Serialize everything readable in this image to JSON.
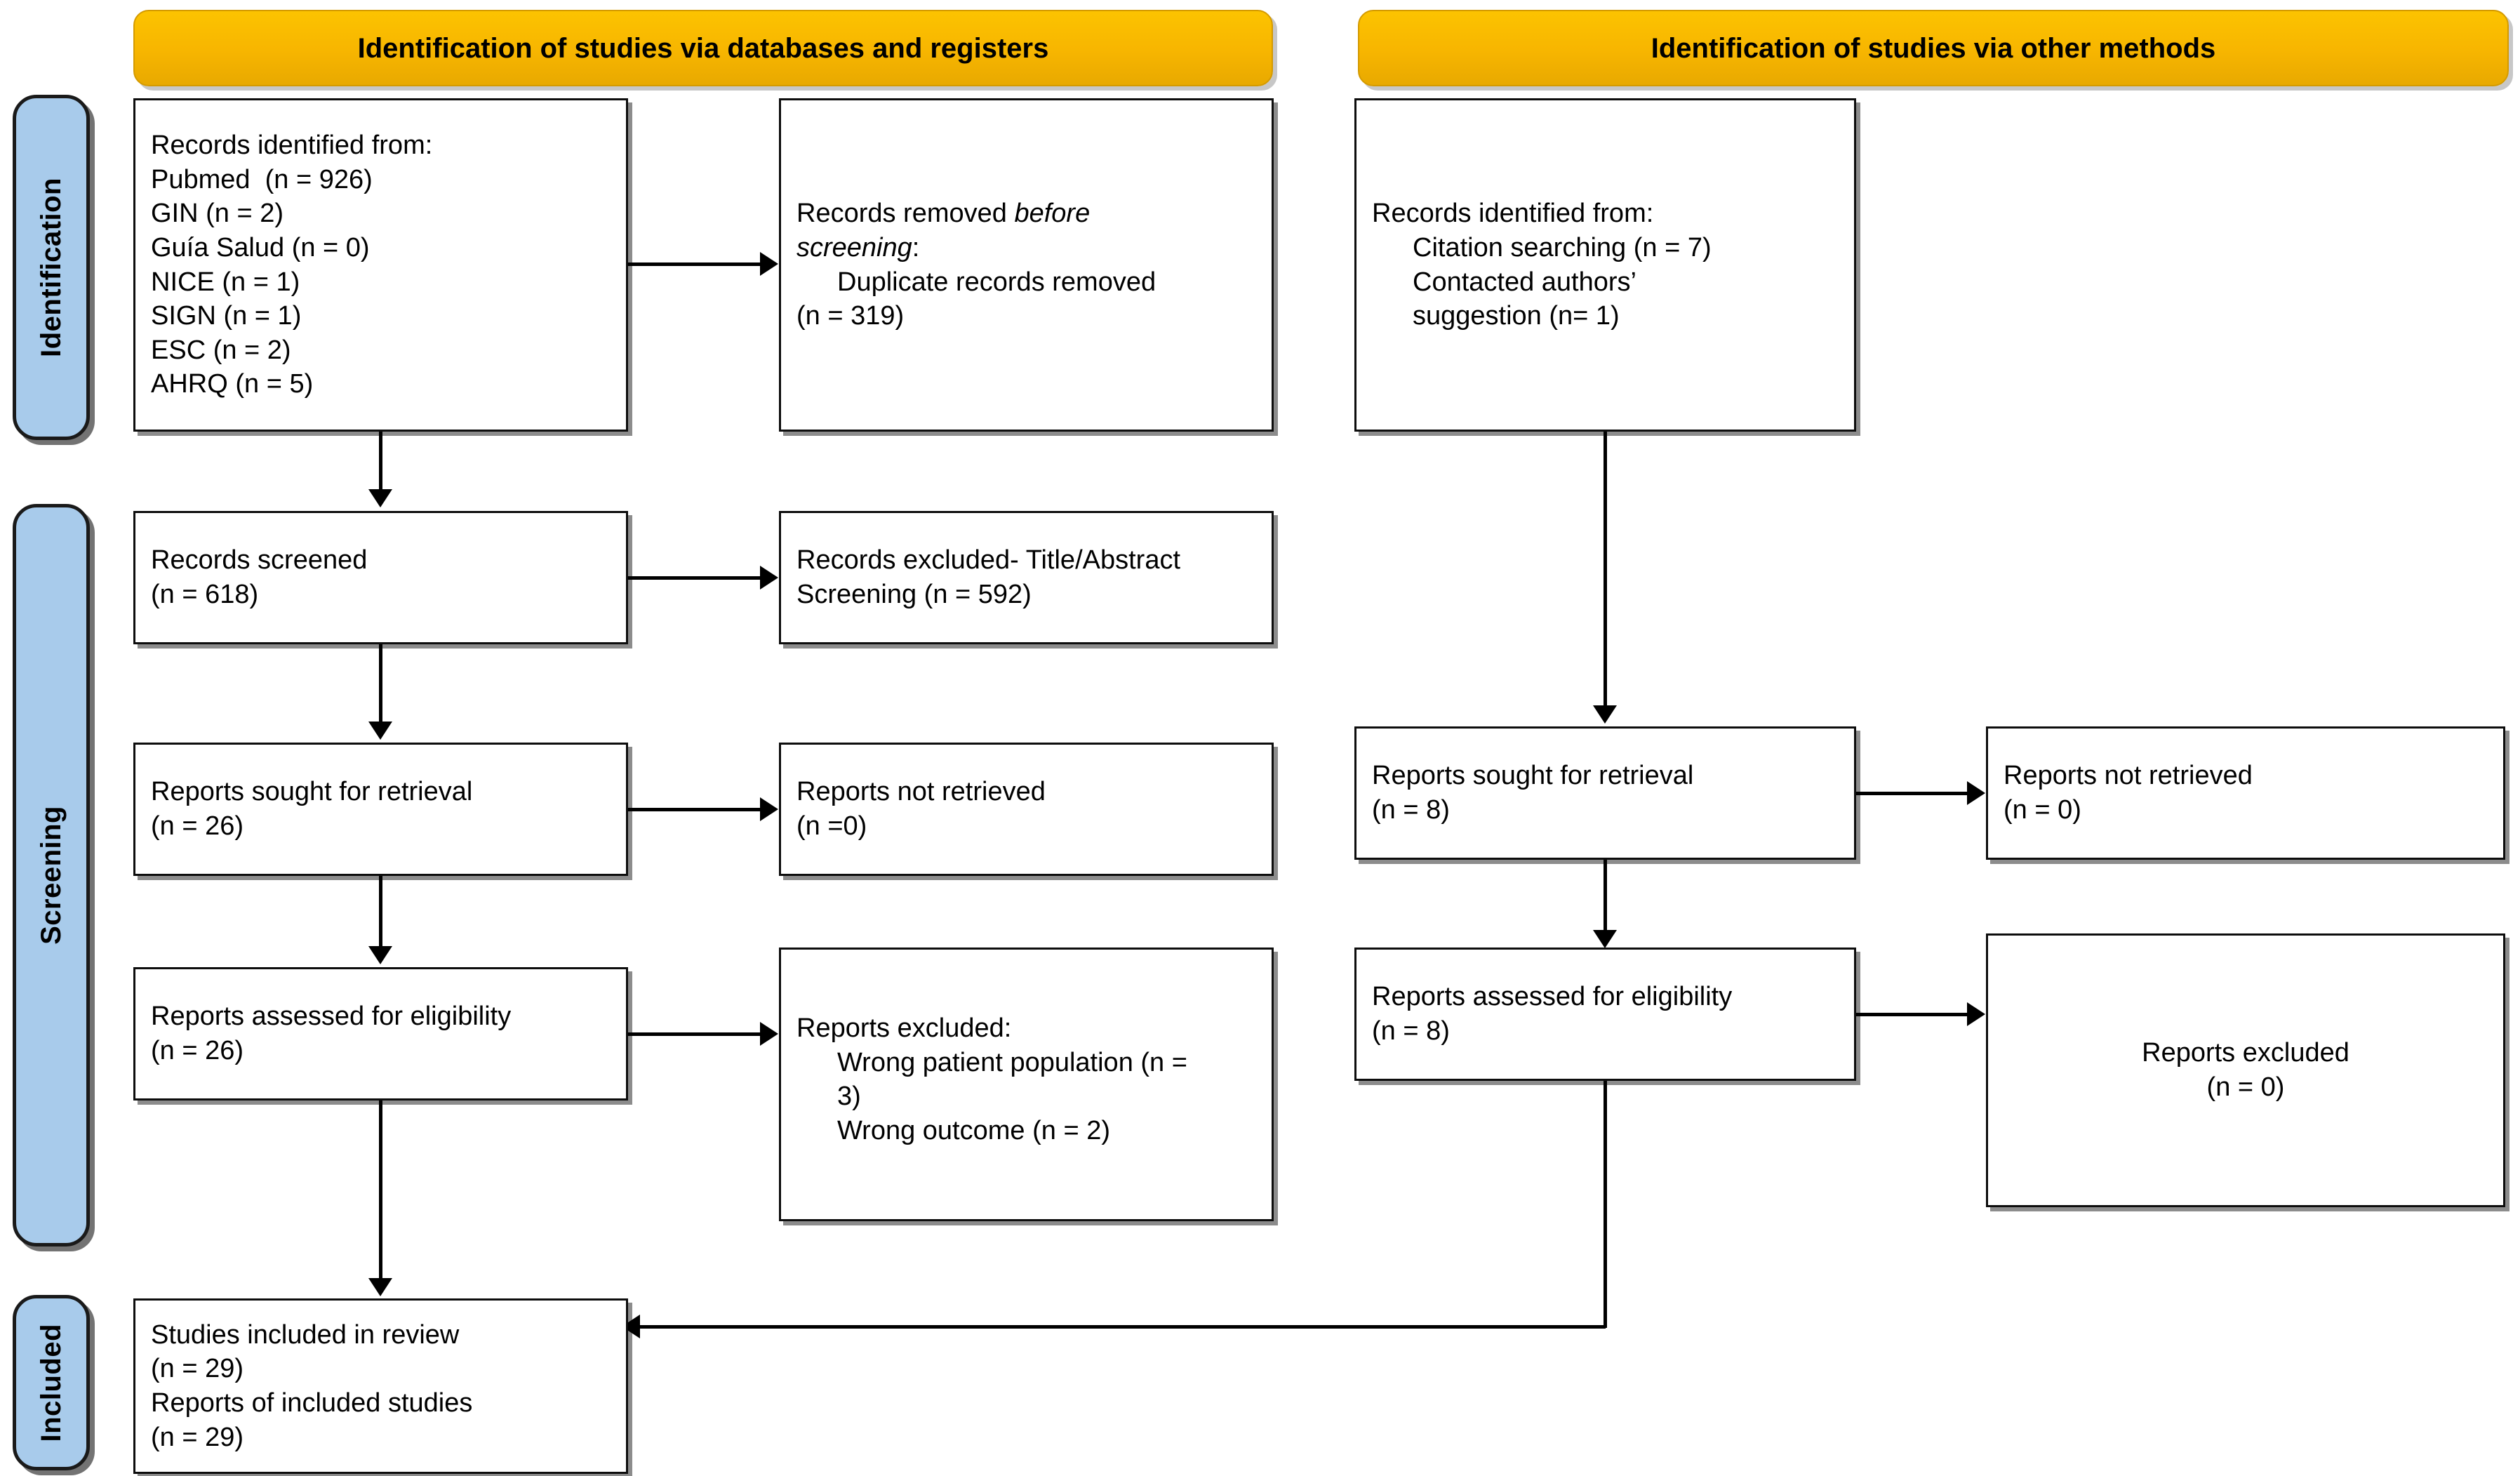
{
  "diagram": {
    "title": "PRISMA 2020 flow diagram",
    "colors": {
      "stage_tab_fill": "#a8cbeb",
      "banner_fill": "#f7b500",
      "box_border": "#0d0d0d",
      "text": "#000000"
    }
  },
  "stages": [
    {
      "label": "Identification"
    },
    {
      "label": "Screening"
    },
    {
      "label": "Included"
    }
  ],
  "banners": [
    {
      "label": "Identification of studies via databases and registers"
    },
    {
      "label": "Identification of studies via other methods"
    }
  ],
  "boxes": {
    "records_identified_db": {
      "lines": [
        "Records identified from:",
        "Pubmed  (n = 926)",
        "GIN (n = 2)",
        "Guía Salud (n = 0)",
        "NICE (n = 1)",
        "SIGN (n = 1)",
        "ESC (n = 2)",
        "AHRQ (n = 5)"
      ]
    },
    "records_removed_before_screening": {
      "line1": "Records removed ",
      "line1_italic": "before",
      "line2_italic": "screening",
      "line2_tail": ":",
      "line3": "Duplicate records removed",
      "line4": "(n = 319)"
    },
    "records_identified_other": {
      "lines": [
        "Records identified from:",
        "Citation searching (n = 7)",
        "Contacted authors’",
        "suggestion (n= 1)"
      ]
    },
    "records_screened": {
      "lines": [
        "Records screened",
        "(n = 618)"
      ]
    },
    "records_excluded": {
      "lines": [
        "Records excluded- Title/Abstract",
        "Screening (n = 592)"
      ]
    },
    "reports_sought_db": {
      "lines": [
        "Reports sought for retrieval",
        "(n = 26)"
      ]
    },
    "reports_not_retrieved_db": {
      "lines": [
        "Reports not retrieved",
        "(n =0)"
      ]
    },
    "reports_sought_other": {
      "lines": [
        "Reports sought for retrieval",
        "(n = 8)"
      ]
    },
    "reports_not_retrieved_other": {
      "lines": [
        "Reports not retrieved",
        "(n = 0)"
      ]
    },
    "reports_assessed_db": {
      "lines": [
        "Reports assessed for eligibility",
        "(n = 26)"
      ]
    },
    "reports_excluded_db": {
      "heading": "Reports excluded:",
      "reasons": [
        "Wrong patient population (n =",
        "3)",
        "Wrong outcome (n = 2)"
      ]
    },
    "reports_assessed_other": {
      "lines": [
        "Reports assessed for eligibility",
        "(n = 8)"
      ]
    },
    "reports_excluded_other": {
      "lines": [
        "Reports excluded",
        "(n = 0)"
      ]
    },
    "studies_included": {
      "lines": [
        "Studies included in review",
        "(n = 29)",
        "Reports of included studies",
        "(n = 29)"
      ]
    }
  },
  "chart_data": {
    "type": "diagram",
    "title": "PRISMA 2020 flow diagram",
    "nodes": [
      {
        "id": "records_identified_db",
        "stage": "Identification",
        "column": "databases",
        "counts": {
          "Pubmed": 926,
          "GIN": 2,
          "Guía Salud": 0,
          "NICE": 1,
          "SIGN": 1,
          "ESC": 2,
          "AHRQ": 5
        }
      },
      {
        "id": "records_removed_before_screening",
        "stage": "Identification",
        "column": "databases",
        "counts": {
          "Duplicate records removed": 319
        }
      },
      {
        "id": "records_identified_other",
        "stage": "Identification",
        "column": "other",
        "counts": {
          "Citation searching": 7,
          "Contacted authors’ suggestion": 1
        }
      },
      {
        "id": "records_screened",
        "stage": "Screening",
        "column": "databases",
        "n": 618
      },
      {
        "id": "records_excluded",
        "stage": "Screening",
        "column": "databases",
        "n": 592
      },
      {
        "id": "reports_sought_db",
        "stage": "Screening",
        "column": "databases",
        "n": 26
      },
      {
        "id": "reports_not_retrieved_db",
        "stage": "Screening",
        "column": "databases",
        "n": 0
      },
      {
        "id": "reports_assessed_db",
        "stage": "Screening",
        "column": "databases",
        "n": 26
      },
      {
        "id": "reports_excluded_db",
        "stage": "Screening",
        "column": "databases",
        "counts": {
          "Wrong patient population": 3,
          "Wrong outcome": 2
        }
      },
      {
        "id": "reports_sought_other",
        "stage": "Screening",
        "column": "other",
        "n": 8
      },
      {
        "id": "reports_not_retrieved_other",
        "stage": "Screening",
        "column": "other",
        "n": 0
      },
      {
        "id": "reports_assessed_other",
        "stage": "Screening",
        "column": "other",
        "n": 8
      },
      {
        "id": "reports_excluded_other",
        "stage": "Screening",
        "column": "other",
        "n": 0
      },
      {
        "id": "studies_included",
        "stage": "Included",
        "counts": {
          "Studies included in review": 29,
          "Reports of included studies": 29
        }
      }
    ],
    "edges": [
      {
        "from": "records_identified_db",
        "to": "records_removed_before_screening"
      },
      {
        "from": "records_identified_db",
        "to": "records_screened"
      },
      {
        "from": "records_screened",
        "to": "records_excluded"
      },
      {
        "from": "records_screened",
        "to": "reports_sought_db"
      },
      {
        "from": "reports_sought_db",
        "to": "reports_not_retrieved_db"
      },
      {
        "from": "reports_sought_db",
        "to": "reports_assessed_db"
      },
      {
        "from": "reports_assessed_db",
        "to": "reports_excluded_db"
      },
      {
        "from": "reports_assessed_db",
        "to": "studies_included"
      },
      {
        "from": "records_identified_other",
        "to": "reports_sought_other"
      },
      {
        "from": "reports_sought_other",
        "to": "reports_not_retrieved_other"
      },
      {
        "from": "reports_sought_other",
        "to": "reports_assessed_other"
      },
      {
        "from": "reports_assessed_other",
        "to": "reports_excluded_other"
      },
      {
        "from": "reports_assessed_other",
        "to": "studies_included"
      }
    ]
  }
}
